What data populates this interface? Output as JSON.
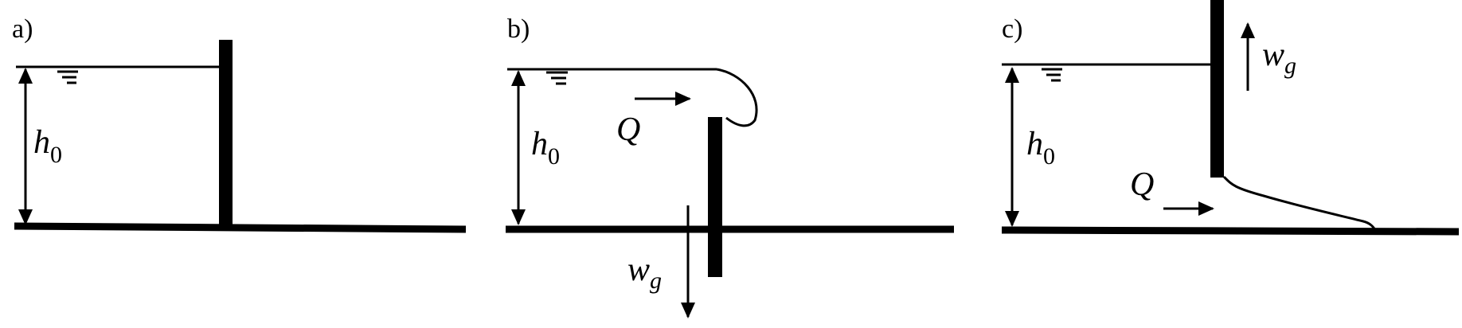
{
  "colors": {
    "ink": "#000000",
    "background": "#ffffff"
  },
  "icons": {
    "water_surface": "water-surface-symbol-icon",
    "dimension_arrow": "double-arrow-icon",
    "flow_arrow": "right-arrow-icon",
    "motion_arrow": "vertical-arrow-icon"
  },
  "panels": {
    "a": {
      "label": "a)",
      "depth_symbol": "h",
      "depth_subscript": "0"
    },
    "b": {
      "label": "b)",
      "depth_symbol": "h",
      "depth_subscript": "0",
      "flow_symbol": "Q",
      "gate_motion_symbol": "w",
      "gate_motion_subscript": "g"
    },
    "c": {
      "label": "c)",
      "depth_symbol": "h",
      "depth_subscript": "0",
      "flow_symbol": "Q",
      "gate_motion_symbol": "w",
      "gate_motion_subscript": "g"
    }
  }
}
